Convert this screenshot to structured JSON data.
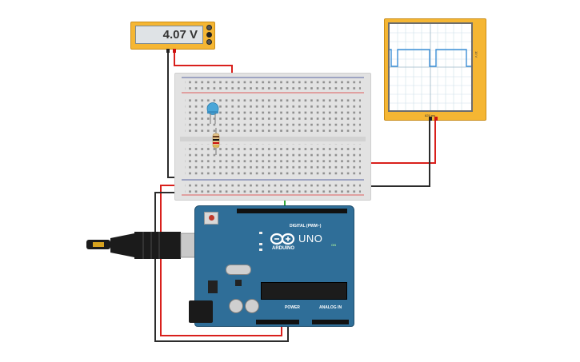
{
  "multimeter": {
    "reading": "4.07 V"
  },
  "oscilloscope": {
    "side_label": "10 V",
    "bottom_label": "825 ms"
  },
  "arduino": {
    "model": "UNO",
    "brand": "ARDUINO",
    "digital_label": "DIGITAL (PWM~)",
    "power_label": "POWER",
    "analog_label": "ANALOG IN",
    "on_label": "ON"
  },
  "colors": {
    "wire_red": "#d9201c",
    "wire_black": "#2c2c2c",
    "wire_green": "#36a83c",
    "instrument_body": "#f5b633",
    "board_blue": "#2f6e98"
  }
}
